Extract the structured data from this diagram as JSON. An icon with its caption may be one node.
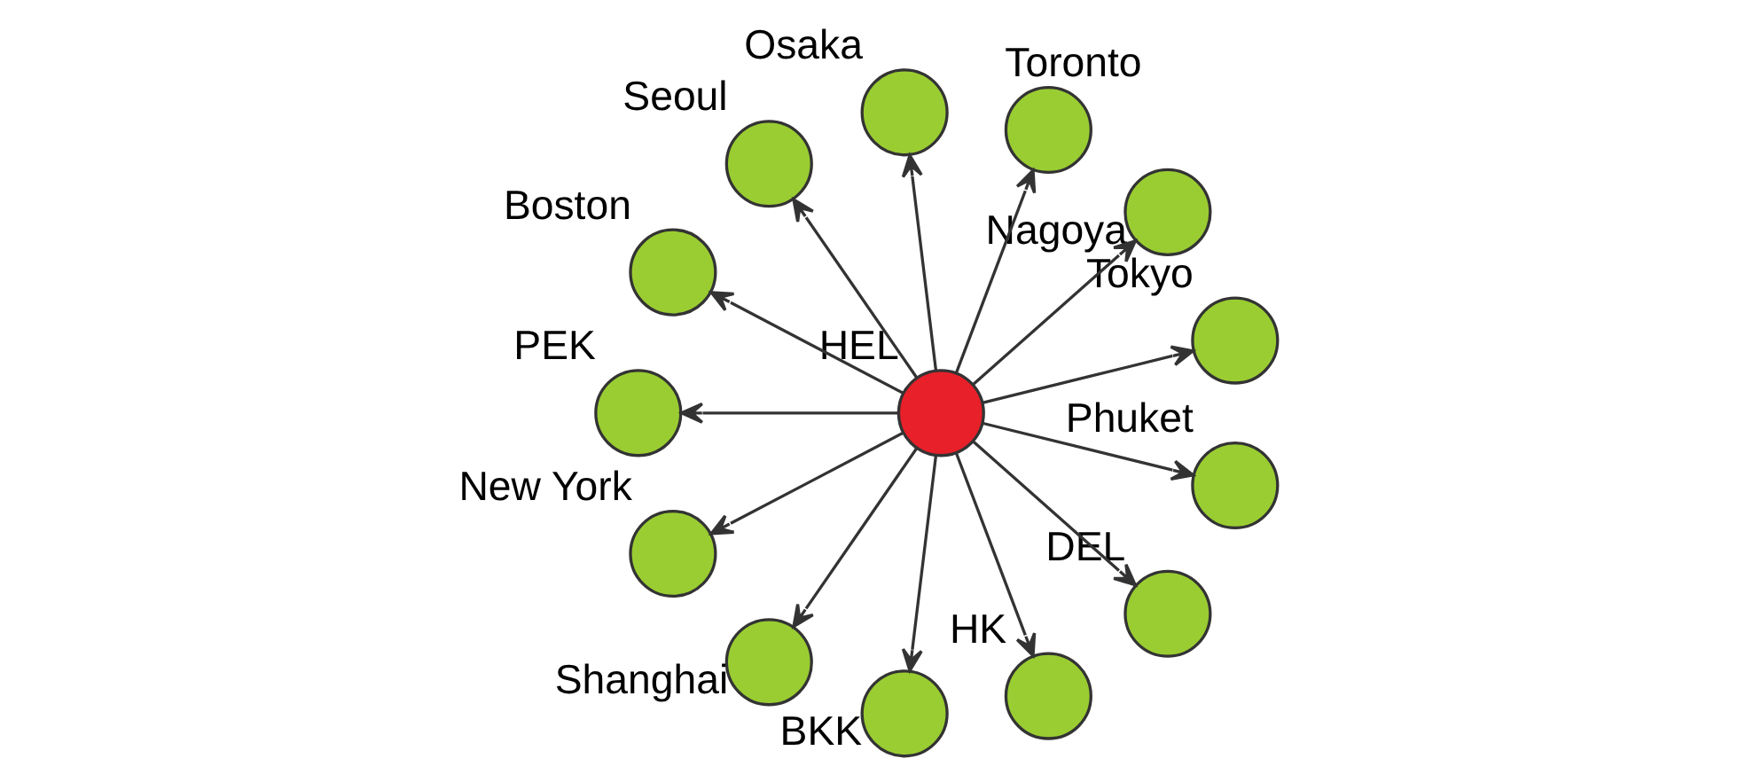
{
  "diagram": {
    "nodes": [
      {
        "text": [
          "HEL"
        ]
      },
      {
        "text": [
          "Tokyo"
        ]
      },
      {
        "text": [
          "Nagoya"
        ]
      },
      {
        "text": [
          "Toronto"
        ]
      },
      {
        "text": [
          "Osaka"
        ]
      },
      {
        "text": [
          "Seoul"
        ]
      },
      {
        "text": [
          "Boston"
        ]
      },
      {
        "text": [
          "PEK"
        ]
      },
      {
        "text": [
          "New York"
        ]
      },
      {
        "text": [
          "Shanghai"
        ]
      },
      {
        "text": [
          "BKK"
        ]
      },
      {
        "text": [
          "HK"
        ]
      },
      {
        "text": [
          "DEL"
        ]
      },
      {
        "text": [
          "Phuket"
        ]
      }
    ],
    "edges": [
      {
        "from": 0,
        "to": 1,
        "arrow": "to"
      },
      {
        "from": 0,
        "to": 2,
        "arrow": "to"
      },
      {
        "from": 0,
        "to": 3,
        "arrow": "to"
      },
      {
        "from": 0,
        "to": 4,
        "arrow": "to"
      },
      {
        "from": 0,
        "to": 5,
        "arrow": "to"
      },
      {
        "from": 0,
        "to": 6,
        "arrow": "to"
      },
      {
        "from": 0,
        "to": 7,
        "arrow": "to"
      },
      {
        "from": 0,
        "to": 8,
        "arrow": "to"
      },
      {
        "from": 0,
        "to": 9,
        "arrow": "to"
      },
      {
        "from": 0,
        "to": 10,
        "arrow": "to"
      },
      {
        "from": 0,
        "to": 11,
        "arrow": "to"
      },
      {
        "from": 0,
        "to": 12,
        "arrow": "to"
      },
      {
        "from": 0,
        "to": 13,
        "arrow": "to"
      }
    ]
  }
}
